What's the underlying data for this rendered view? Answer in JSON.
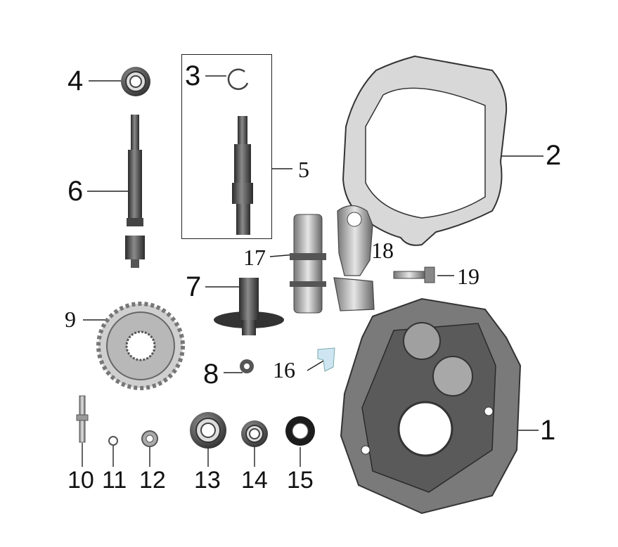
{
  "diagram": {
    "labels": {
      "p1": "1",
      "p2": "2",
      "p3": "3",
      "p4": "4",
      "p5": "5",
      "p6": "6",
      "p7": "7",
      "p8": "8",
      "p9": "9",
      "p10": "10",
      "p11": "11",
      "p12": "12",
      "p13": "13",
      "p14": "14",
      "p15": "15",
      "p16": "16",
      "p17": "17",
      "p18": "18",
      "p19": "19"
    }
  }
}
